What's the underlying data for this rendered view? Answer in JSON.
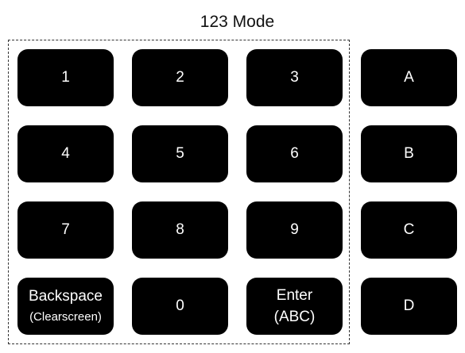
{
  "title": "123 Mode",
  "keys": {
    "k1": "1",
    "k2": "2",
    "k3": "3",
    "kA": "A",
    "k4": "4",
    "k5": "5",
    "k6": "6",
    "kB": "B",
    "k7": "7",
    "k8": "8",
    "k9": "9",
    "kC": "C",
    "backspace": {
      "label": "Backspace",
      "sub": "(Clearscreen)"
    },
    "k0": "0",
    "enter": {
      "label": "Enter",
      "sub": "(ABC)"
    },
    "kD": "D"
  },
  "colors": {
    "key_bg": "#000000",
    "key_text": "#ffffff",
    "group_border": "#333333"
  }
}
